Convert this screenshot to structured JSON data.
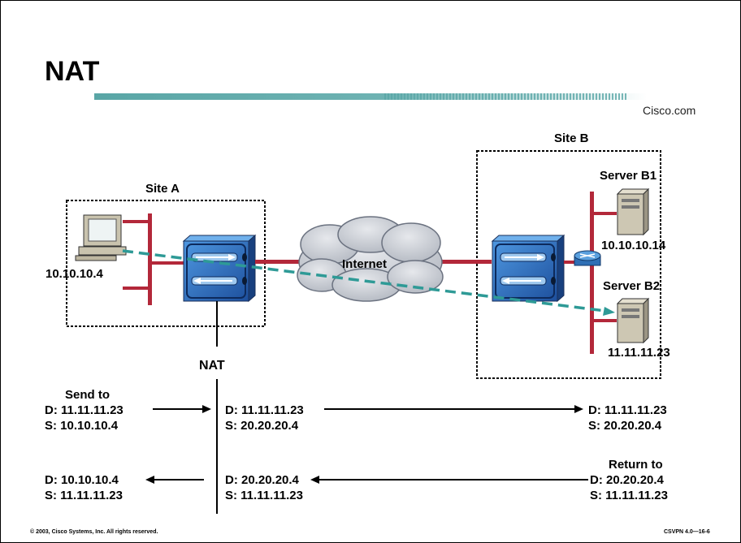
{
  "slide": {
    "title": "NAT",
    "brand": "Cisco.com",
    "copyright": "© 2003, Cisco Systems, Inc. All rights reserved.",
    "course_code": "CSVPN 4.0—16-6"
  },
  "diagram": {
    "site_a_label": "Site A",
    "site_b_label": "Site B",
    "internet_label": "Internet",
    "nat_label": "NAT",
    "host_a_ip": "10.10.10.4",
    "server_b1_label": "Server B1",
    "server_b1_ip": "10.10.10.14",
    "server_b2_label": "Server B2",
    "server_b2_ip": "11.11.11.23"
  },
  "flow": {
    "send_to": "Send to",
    "row1_left_d": "D: 11.11.11.23",
    "row1_left_s": "S: 10.10.10.4",
    "row1_mid_d": "D: 11.11.11.23",
    "row1_mid_s": "S: 20.20.20.4",
    "row1_right_d": "D: 11.11.11.23",
    "row1_right_s": "S: 20.20.20.4",
    "return_to": "Return to",
    "row2_right_d": "D: 20.20.20.4",
    "row2_right_s": "S: 11.11.11.23",
    "row2_mid_d": "D: 20.20.20.4",
    "row2_mid_s": "S: 11.11.11.23",
    "row2_left_d": "D: 10.10.10.4",
    "row2_left_s": "S: 11.11.11.23"
  },
  "colors": {
    "link": "#b3283a",
    "dashed": "#2e9a96",
    "firewall": "#2e73c8",
    "cloud": "#c8ccd4",
    "router": "#3f8fd0",
    "banner": "#59a6a6"
  }
}
